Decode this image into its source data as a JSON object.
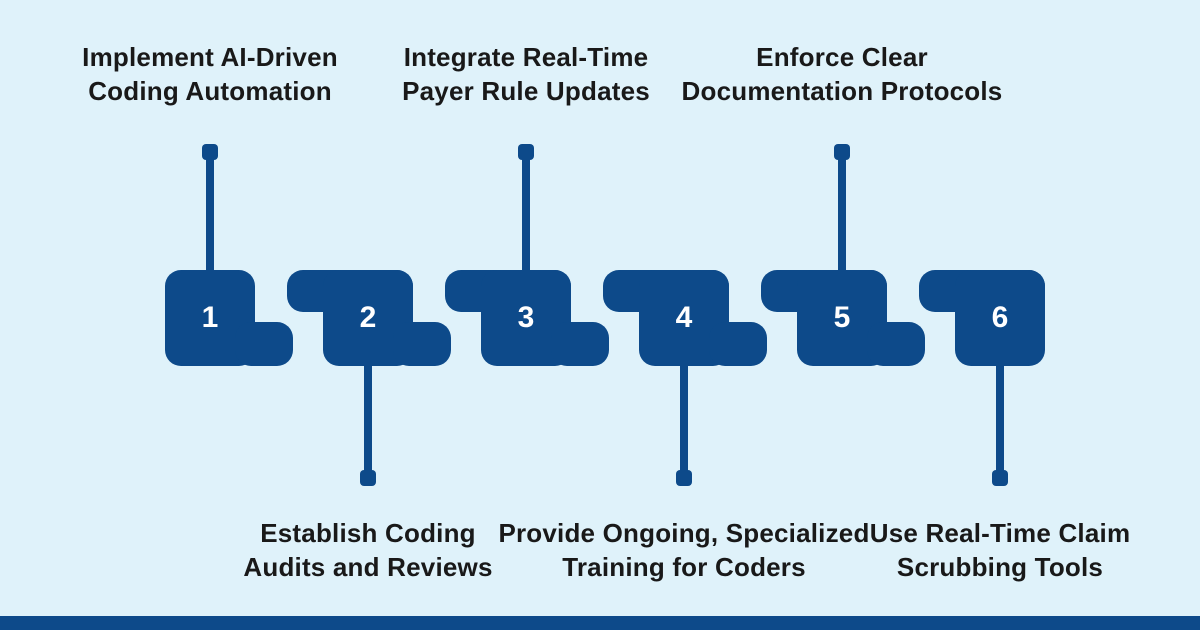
{
  "colors": {
    "background": "#dff2fa",
    "navy": "#0d4a8a",
    "text": "#191919",
    "number": "#ffffff"
  },
  "steps": [
    {
      "number": "1",
      "label": "Implement AI-Driven\nCoding Automation",
      "label_position": "top"
    },
    {
      "number": "2",
      "label": "Establish Coding\nAudits and Reviews",
      "label_position": "bottom"
    },
    {
      "number": "3",
      "label": "Integrate Real-Time\nPayer Rule Updates",
      "label_position": "top"
    },
    {
      "number": "4",
      "label": "Provide Ongoing, Specialized\nTraining for Coders",
      "label_position": "bottom"
    },
    {
      "number": "5",
      "label": "Enforce Clear\nDocumentation Protocols",
      "label_position": "top"
    },
    {
      "number": "6",
      "label": "Use Real-Time Claim\nScrubbing Tools",
      "label_position": "bottom"
    }
  ],
  "footer": {
    "bar": "brand-strip"
  }
}
